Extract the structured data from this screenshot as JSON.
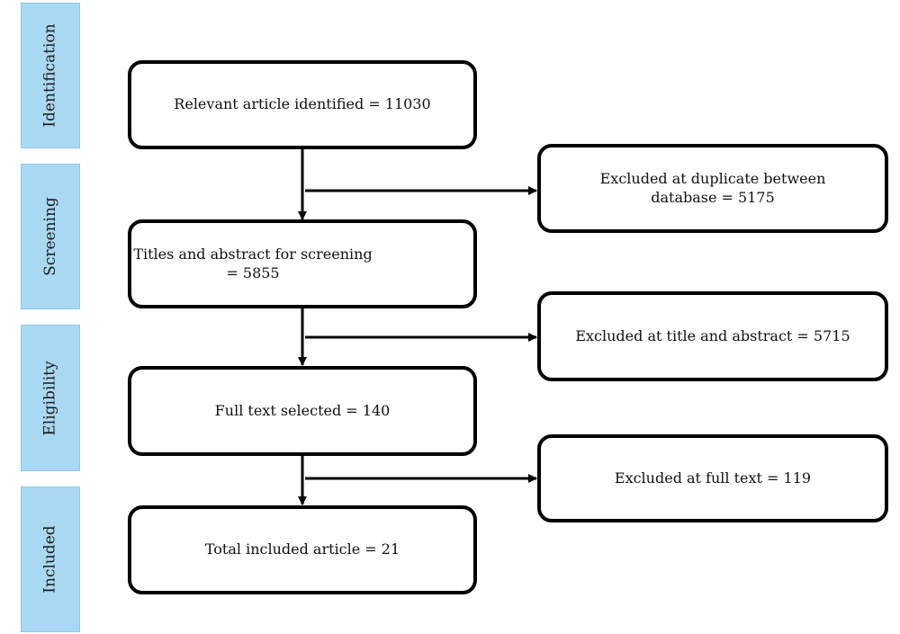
{
  "stages": [
    {
      "label": "Identification"
    },
    {
      "label": "Screening"
    },
    {
      "label": "Eligibility"
    },
    {
      "label": "Included"
    }
  ],
  "main_boxes": [
    {
      "text": "Relevant article identified  = 11030"
    },
    {
      "text": "Titles and abstract for screening = 5855"
    },
    {
      "text": "Full text selected = 140"
    },
    {
      "text": "Total included article = 21"
    }
  ],
  "excluded_boxes": [
    {
      "text": "Excluded at duplicate between\ndatabase  = 5175"
    },
    {
      "text": "Excluded at title and abstract = 5715"
    },
    {
      "text": "Excluded at full text = 119"
    }
  ],
  "colors": {
    "stage_fill": "#a9d9f2",
    "box_border": "#000000",
    "arrow": "#000000"
  }
}
